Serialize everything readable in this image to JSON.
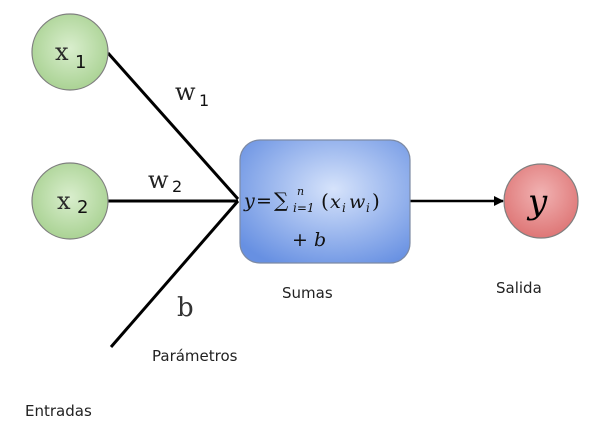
{
  "diagram": {
    "inputs": [
      {
        "label": "x",
        "subscript": "1"
      },
      {
        "label": "x",
        "subscript": "2"
      }
    ],
    "weights": [
      {
        "label": "w",
        "subscript": "1"
      },
      {
        "label": "w",
        "subscript": "2"
      }
    ],
    "bias": {
      "label": "b"
    },
    "sum_node": {
      "formula_lhs": "y",
      "formula_eq": "=",
      "sigma": "∑",
      "sigma_top": "n",
      "sigma_bottom": "i=1",
      "formula_body_open": "(",
      "formula_x": "x",
      "formula_x_sub": "i",
      "formula_w": "w",
      "formula_w_sub": "i",
      "formula_body_close": ")",
      "formula_bias": "+ b",
      "caption": "Sumas"
    },
    "output_node": {
      "label": "y",
      "caption": "Salida"
    },
    "captions": {
      "parameters": "Parámetros",
      "inputs": "Entradas"
    },
    "colors": {
      "input_fill": "#b9dca8",
      "output_fill": "#e58a8a",
      "sum_fill": "#7aa0e8",
      "line": "#000000"
    }
  }
}
